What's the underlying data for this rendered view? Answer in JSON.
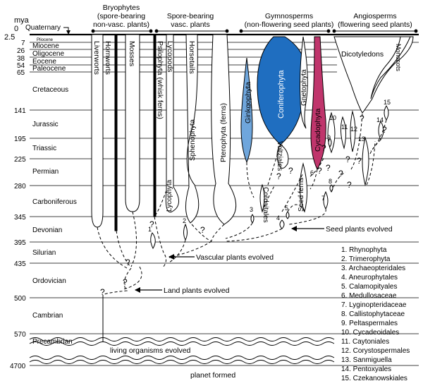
{
  "time_scale": {
    "unit_label": "mya",
    "zero": "0",
    "start": "2.5",
    "ticks": [
      "7",
      "26",
      "38",
      "54",
      "65",
      "141",
      "195",
      "225",
      "280",
      "345",
      "395",
      "435",
      "500",
      "570",
      "4700"
    ]
  },
  "periods": {
    "quaternary": "Quaternary",
    "pliocene": "Pliocene",
    "miocene": "Miocene",
    "oligocene": "Oligocene",
    "eocene": "Eocene",
    "paleocene": "Paleocene",
    "cretaceous": "Cretaceous",
    "jurassic": "Jurassic",
    "triassic": "Triassic",
    "permian": "Permian",
    "carboniferous": "Carboniferous",
    "devonian": "Devonian",
    "silurian": "Silurian",
    "ordovician": "Ordovician",
    "cambrian": "Cambrian",
    "precambrian": "Precambrian"
  },
  "groups": {
    "bryophytes": [
      "Bryophytes",
      "(spore-bearing",
      "non-vasc. plants)"
    ],
    "spore_vascular": [
      "Spore-bearing",
      "vasc. plants"
    ],
    "gymnosperms": [
      "Gymnosperms",
      "(non-flowering seed plants)"
    ],
    "angiosperms": [
      "Angiosperms",
      "(flowering seed plants)"
    ]
  },
  "taxa": {
    "liverworts": "Liverworts",
    "hornworts": "Hornworts",
    "mosses": "Mosses",
    "psilophyta": "Psilophyta (whisk ferns)",
    "lycopods": "Lycopods",
    "horsetails": "Horsetails",
    "lycophyta": "Lycophyta",
    "sphenophyta": "Sphenophyta",
    "pterophyta": "Pterophyta (ferns)",
    "ginkgophyta": "Ginkgophyta",
    "coniferophyta": "Coniferophyta",
    "gnetophyta": "Gnetophyta",
    "cycadophyta": "Cycadophyta",
    "cordaitales": "Cordaitales",
    "voltziales": "Voltziales",
    "seed_ferns": "Seed ferns",
    "dicotyledons": "Dicotyledons",
    "monocots": "Monocots"
  },
  "events": {
    "seed_plants": "Seed plants evolved",
    "vascular_plants": "Vascular plants evolved",
    "land_plants": "Land plants evolved",
    "living_organisms": "living organisms evolved",
    "planet_formed": "planet formed"
  },
  "numbers": {
    "n1": "1",
    "n2": "2",
    "n3": "3",
    "n4": "4",
    "n5": "5",
    "n6": "6",
    "n7": "7",
    "n8": "8",
    "n9": "9",
    "n10": "10",
    "n11": "11",
    "n12": "12",
    "n13": "13",
    "n14": "14",
    "n15": "15"
  },
  "question_mark": "?",
  "legend": [
    "1.  Rhynophyta",
    "2.  Trimerophyta",
    "3.  Archaeopteridales",
    "4.  Aneurophytales",
    "5.  Calamopityales",
    "6.  Medullosaceae",
    "7.  Lyginopteridaceae",
    "8.  Callistophytaceae",
    "9.  Peltaspermales",
    "10. Cycadeoidales",
    "11. Caytoniales",
    "12. Corystospermales",
    "13. Sanmiguella",
    "14. Pentoxyales",
    "15. Czekanowskiales"
  ],
  "colors": {
    "ginkgophyta": "#6fa6dc",
    "coniferophyta": "#1f6ec0",
    "cycadophyta": "#c0356c",
    "line": "#000000"
  }
}
